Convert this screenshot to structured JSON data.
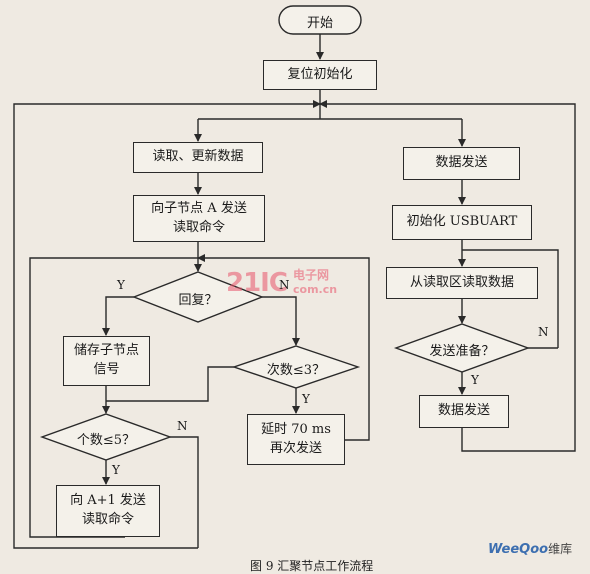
{
  "nodes": {
    "start": "开始",
    "reset_init": "复位初始化",
    "read_update": "读取、更新数据",
    "send_to_child": [
      "向子节点 A 发送",
      "读取命令"
    ],
    "reply_check": "回复？",
    "store_child": [
      "储存子节点",
      "信号"
    ],
    "count_check": "次数≤3？",
    "delay_resend": [
      "延时 70 ms",
      "再次发送"
    ],
    "num_check": "个数≤5？",
    "send_next": [
      "向 A+1 发送",
      "读取命令"
    ],
    "data_send_top": "数据发送",
    "init_usbuart": "初始化 USBUART",
    "read_from_area": "从读取区读取数据",
    "send_ready_check": "发送准备？",
    "data_send_bottom": "数据发送"
  },
  "branch_labels": {
    "reply_yes": "Y",
    "reply_no": "N",
    "count_yes": "Y",
    "num_no": "N",
    "num_yes": "Y",
    "ready_no": "N",
    "ready_yes": "Y"
  },
  "watermark": {
    "brand_digits": "21IC",
    "brand_cn": "电子网",
    "brand_url": "com.cn",
    "corner_logo": "WeeQoo",
    "corner_cn": "维库"
  },
  "caption": "图 9  汇聚节点工作流程"
}
